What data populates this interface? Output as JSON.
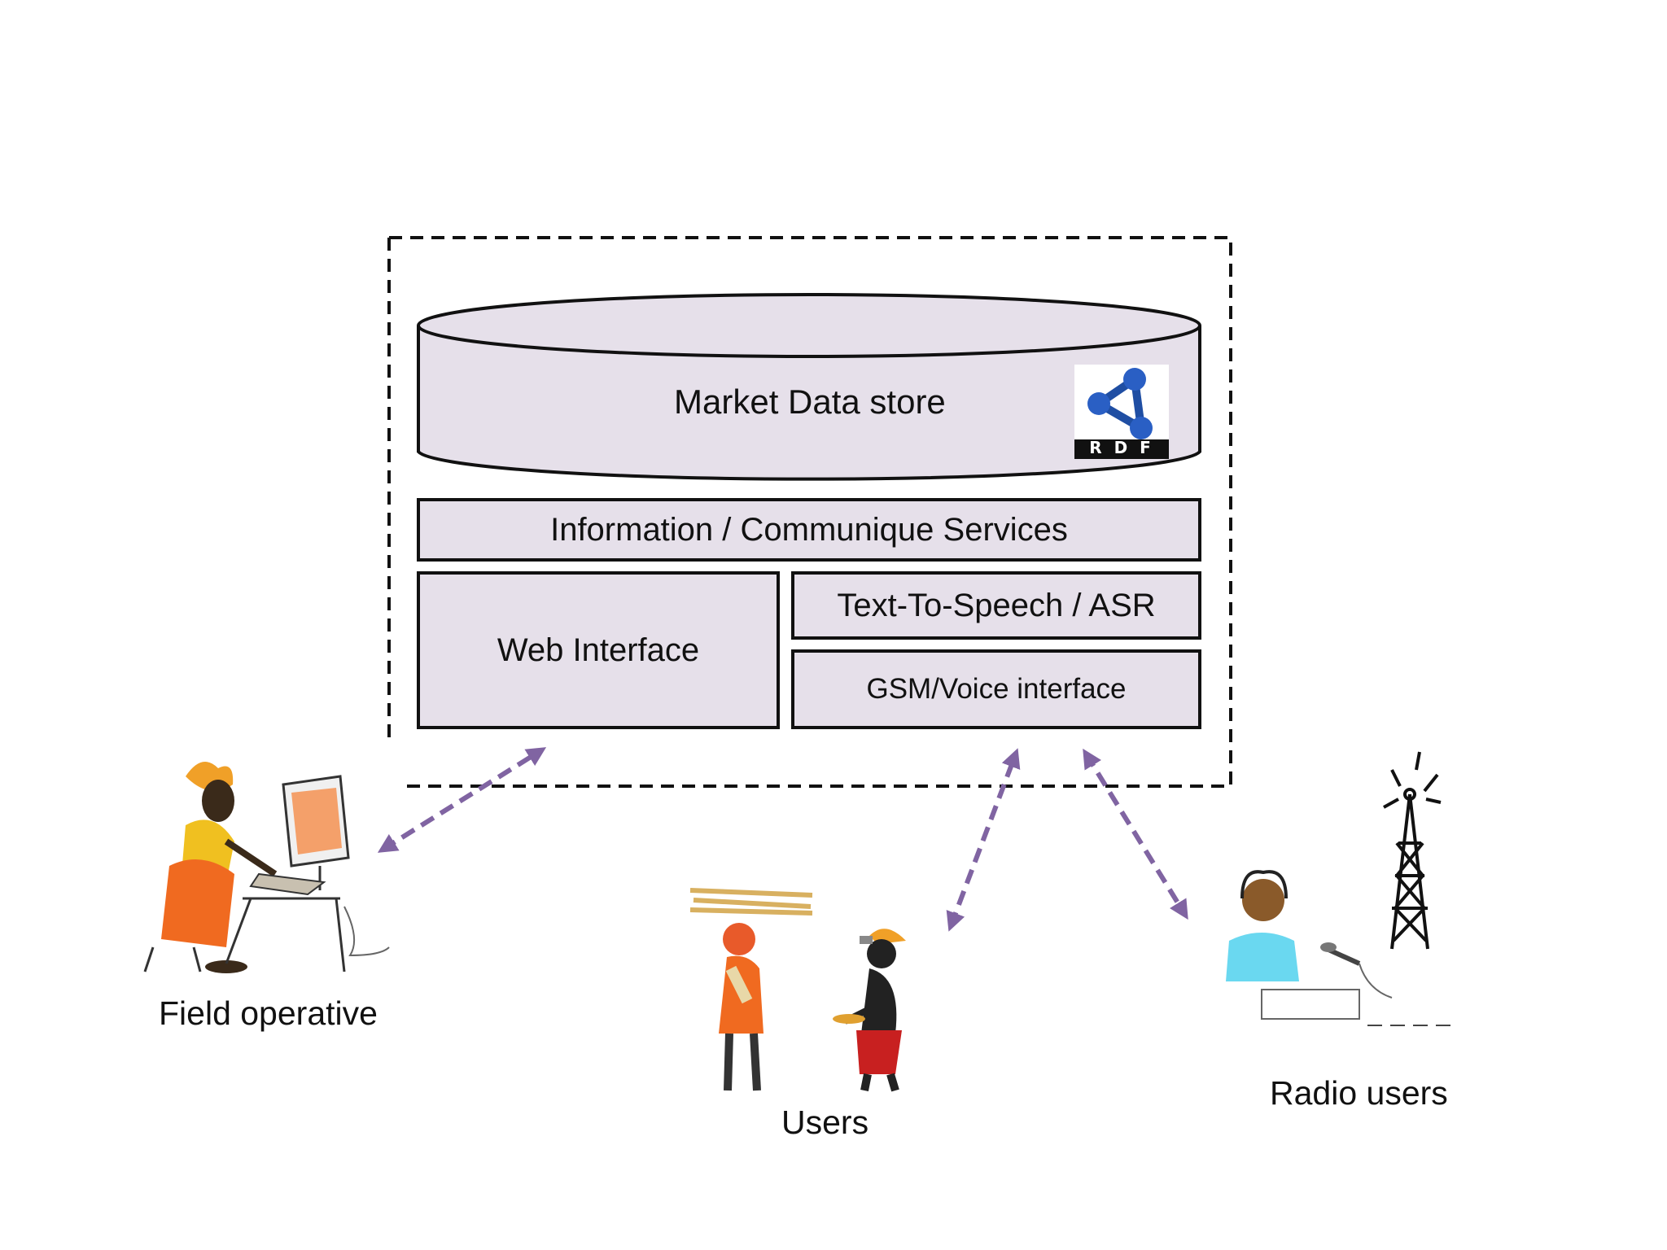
{
  "system": {
    "data_store": "Market Data store",
    "rdf_logo_text": "R D F",
    "services": "Information / Communique Services",
    "web_interface": "Web Interface",
    "tts_asr": "Text-To-Speech / ASR",
    "gsm_voice": "GSM/Voice interface"
  },
  "actors": {
    "field_operative": "Field operative",
    "users": "Users",
    "radio_users": "Radio users"
  },
  "colors": {
    "box_fill": "#e6e0ea",
    "arrow": "#8064a2",
    "outline": "#111111"
  }
}
